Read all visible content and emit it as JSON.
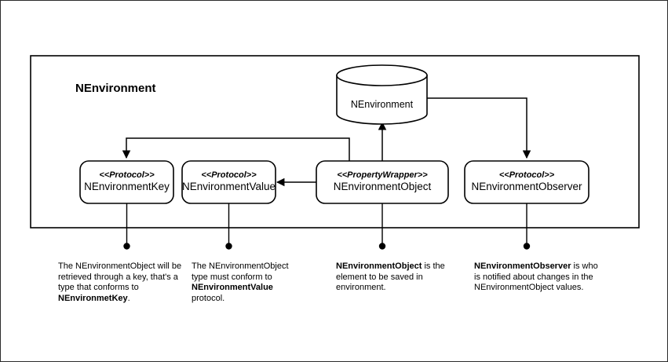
{
  "container": {
    "title": "NEnvironment"
  },
  "datastore": {
    "label": "NEnvironment",
    "shape": "cylinder-icon"
  },
  "nodes": [
    {
      "id": "nenvironmentkey",
      "stereotype": "<<Protocol>>",
      "name": "NEnvironmentKey"
    },
    {
      "id": "nenvironmentvalue",
      "stereotype": "<<Protocol>>",
      "name": "NEnvironmentValue"
    },
    {
      "id": "nenvironmentobject",
      "stereotype": "<<PropertyWrapper>>",
      "name": "NEnvironmentObject"
    },
    {
      "id": "nenvironmentobserver",
      "stereotype": "<<Protocol>>",
      "name": "NEnvironmentObserver"
    }
  ],
  "annotations": [
    {
      "id": "annotation-nenvironmentkey",
      "html": "The NEnvironmentObject will be retrieved through a key, that's a type that conforms to <b>NEnvironmetKey</b>."
    },
    {
      "id": "annotation-nenvironmentvalue",
      "html": "The NEnvironmentObject type must conform to <b>NEnvironmentValue</b> protocol."
    },
    {
      "id": "annotation-nenvironmentobject",
      "html": "<b>NEnvironmentObject</b> is the element to be saved in environment."
    },
    {
      "id": "annotation-nenvironmentobserver",
      "html": "<b>NEnvironmentObserver</b> is who is notified about changes in the NEnvironmentObject values."
    }
  ],
  "colors": {
    "stroke": "#000000",
    "fill": "#ffffff",
    "page_border": "#2b2b2b"
  }
}
